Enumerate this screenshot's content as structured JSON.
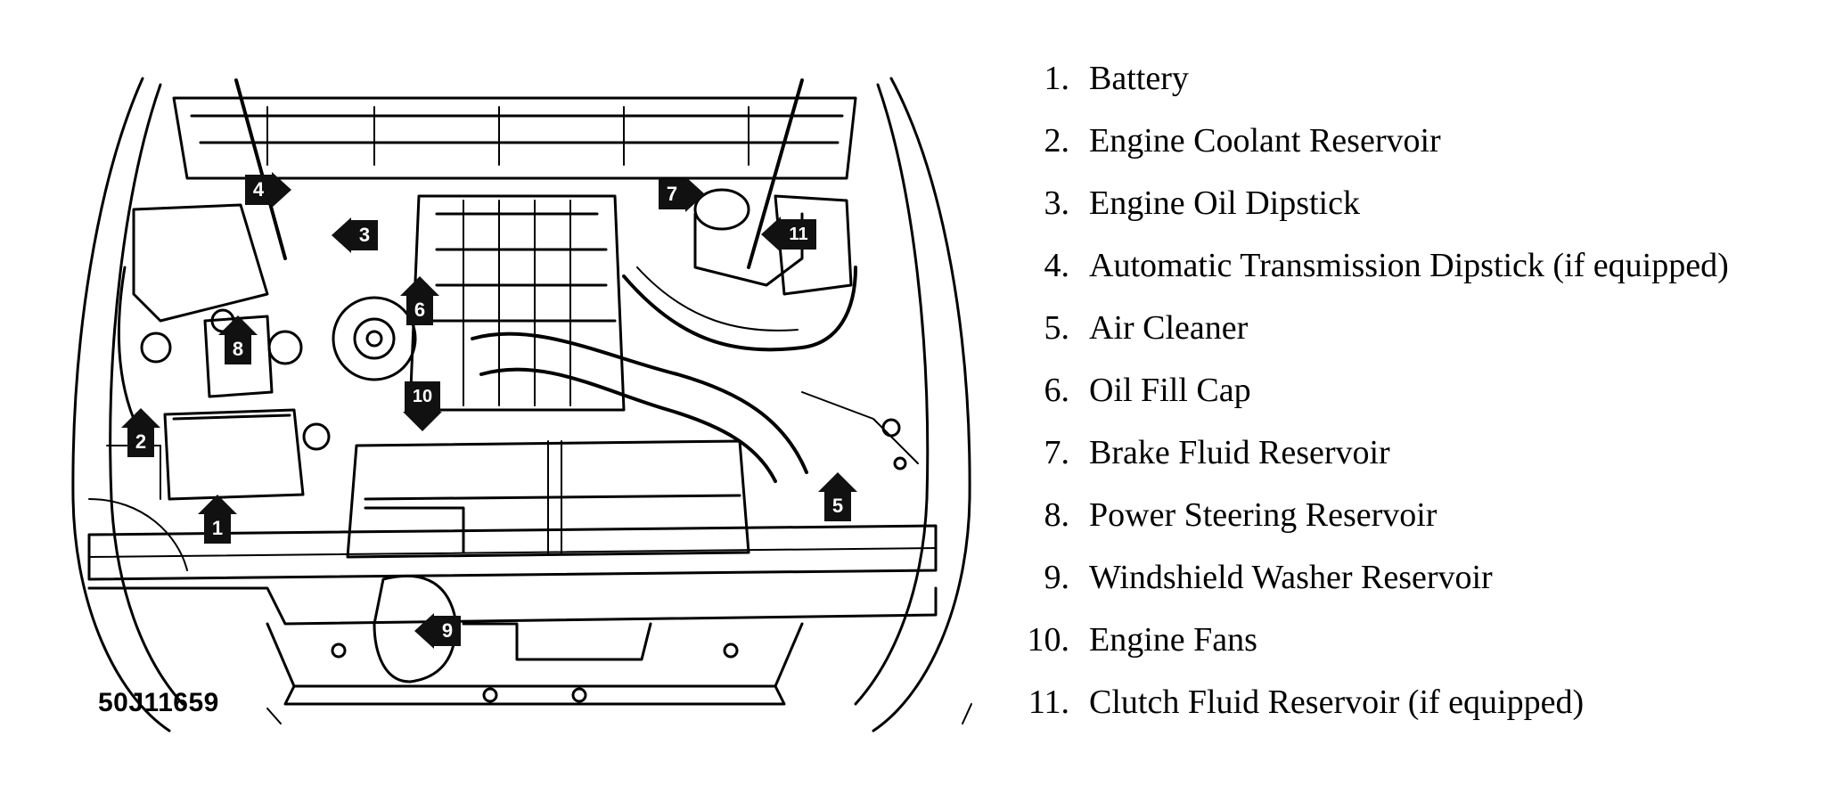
{
  "figure_id": "50J11659",
  "legend": [
    {
      "num": "1.",
      "label": "Battery"
    },
    {
      "num": "2.",
      "label": "Engine Coolant Reservoir"
    },
    {
      "num": "3.",
      "label": "Engine Oil Dipstick"
    },
    {
      "num": "4.",
      "label": "Automatic Transmission Dipstick (if equipped)"
    },
    {
      "num": "5.",
      "label": "Air Cleaner"
    },
    {
      "num": "6.",
      "label": "Oil Fill Cap"
    },
    {
      "num": "7.",
      "label": "Brake Fluid Reservoir"
    },
    {
      "num": "8.",
      "label": "Power Steering Reservoir"
    },
    {
      "num": "9.",
      "label": "Windshield Washer Reservoir"
    },
    {
      "num": "10.",
      "label": "Engine Fans"
    },
    {
      "num": "11.",
      "label": "Clutch Fluid Reservoir (if equipped)"
    }
  ],
  "callouts": [
    "1",
    "2",
    "3",
    "4",
    "5",
    "6",
    "7",
    "8",
    "9",
    "10",
    "11"
  ]
}
